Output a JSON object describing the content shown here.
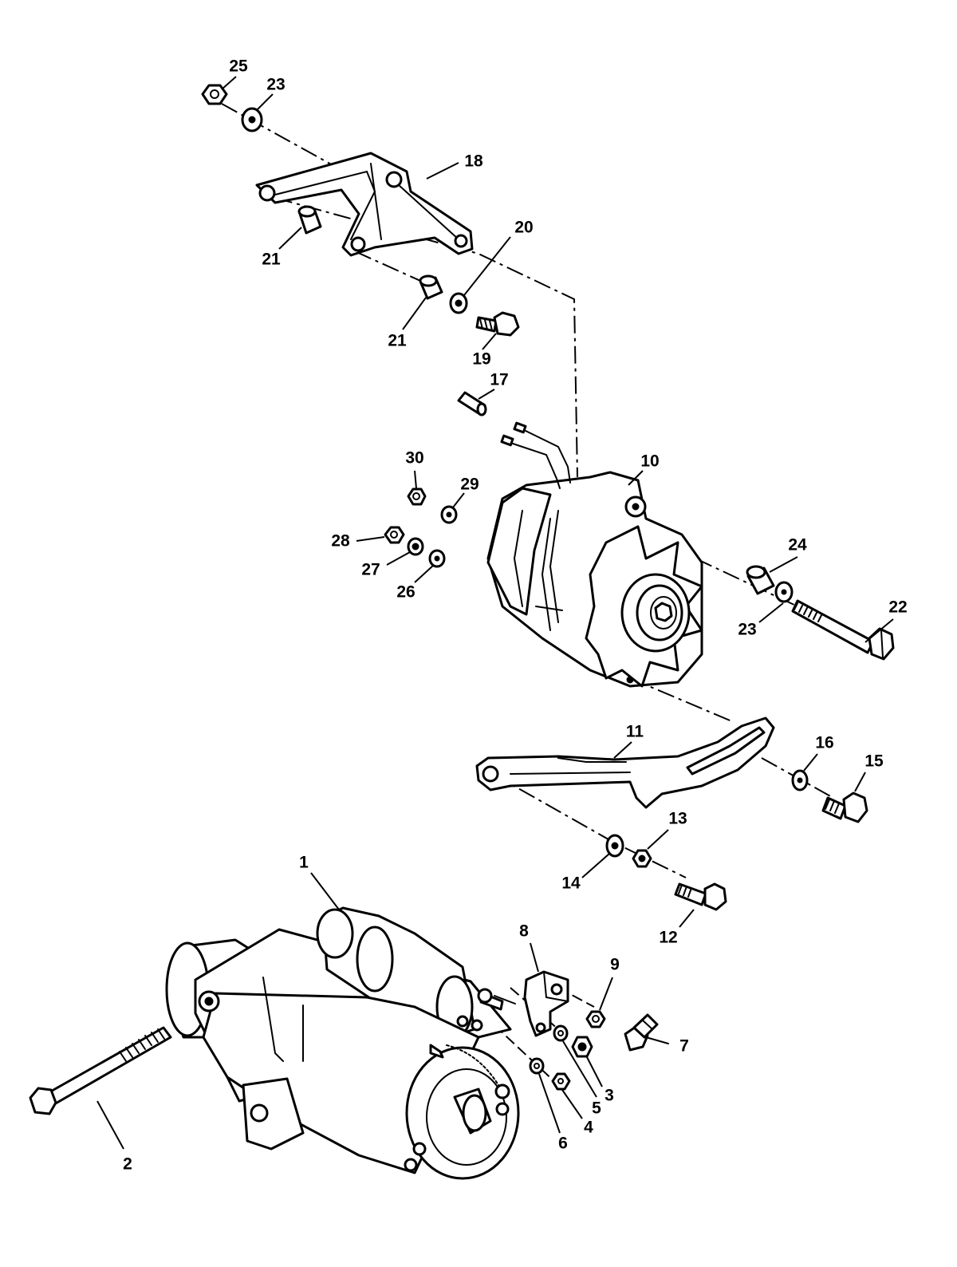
{
  "callouts": {
    "c1": "1",
    "c2": "2",
    "c3": "3",
    "c4": "4",
    "c5": "5",
    "c6": "6",
    "c7": "7",
    "c8": "8",
    "c9": "9",
    "c10": "10",
    "c11": "11",
    "c12": "12",
    "c13": "13",
    "c14": "14",
    "c15": "15",
    "c16": "16",
    "c17": "17",
    "c18": "18",
    "c19": "19",
    "c20": "20",
    "c21a": "21",
    "c21b": "21",
    "c22": "22",
    "c23a": "23",
    "c23b": "23",
    "c24": "24",
    "c25": "25",
    "c26": "26",
    "c27": "27",
    "c28": "28",
    "c29": "29",
    "c30": "30"
  },
  "colors": {
    "ink": "#000000",
    "paper": "#ffffff"
  }
}
